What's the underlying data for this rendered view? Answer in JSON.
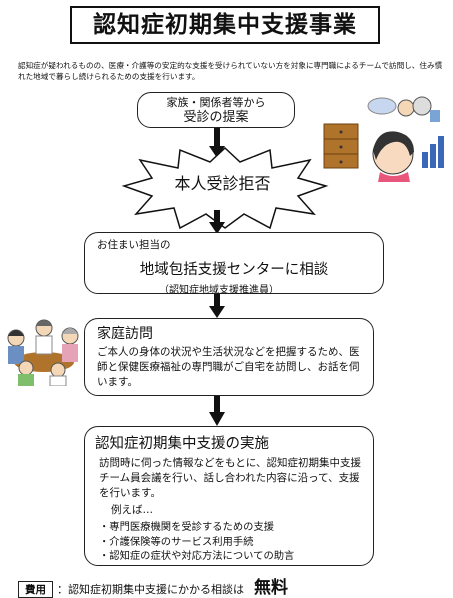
{
  "title": "認知症初期集中支援事業",
  "intro": "認知症が疑われるものの、医療・介護等の安定的な支援を受けられていない方を対象に専門職によるチームで訪問し、住み慣れた地域で暮らし続けられるための支援を行います。",
  "step1": {
    "line1": "家族・関係者等から",
    "line2": "受診の提案"
  },
  "step2": {
    "text": "本人受診拒否"
  },
  "step3": {
    "line1": "お住まい担当の",
    "line2": "地域包括支援センターに相談",
    "line3": "（認知症地域支援推進員）"
  },
  "step4": {
    "heading": "家庭訪問",
    "body": "ご本人の身体の状況や生活状況などを把握するため、医師と保健医療福祉の専門職がご自宅を訪問し、お話を伺います。"
  },
  "step5": {
    "heading": "認知症初期集中支援の実施",
    "body": "訪問時に伺った情報などをもとに、認知症初期集中支援チーム員会議を行い、話し合われた内容に沿って、支援を行います。",
    "example_label": "例えば…",
    "examples": [
      "専門医療機関を受診するための支援",
      "介護保険等のサービス利用手続",
      "認知症の症状や対応方法についての助言"
    ]
  },
  "footer": {
    "tag": "費用",
    "text": "：認知症初期集中支援にかかる相談は",
    "price": "無料"
  }
}
